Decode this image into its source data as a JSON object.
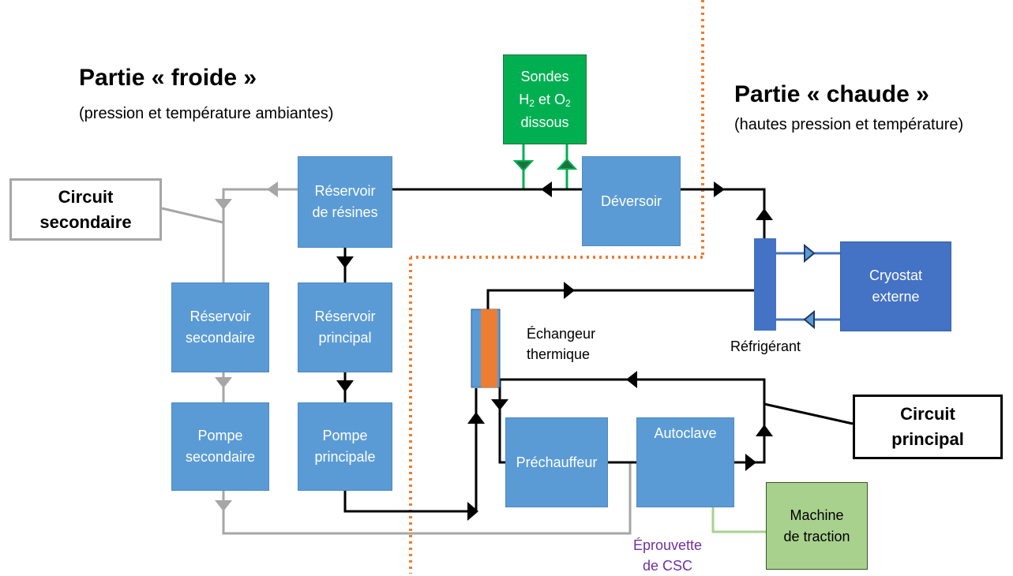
{
  "cold_part": {
    "title": "Partie « froide »",
    "subtitle": "(pression et température ambiantes)"
  },
  "hot_part": {
    "title": "Partie « chaude »",
    "subtitle": "(hautes pression et température)"
  },
  "boxes": {
    "probes": [
      "Sondes",
      "H",
      "2",
      " et O",
      "2",
      "dissous"
    ],
    "resin_tank": [
      "Réservoir",
      "de résines"
    ],
    "spillway": "Déversoir",
    "secondary_tank": [
      "Réservoir",
      "secondaire"
    ],
    "main_tank": [
      "Réservoir",
      "principal"
    ],
    "secondary_pump": [
      "Pompe",
      "secondaire"
    ],
    "main_pump": [
      "Pompe",
      "principale"
    ],
    "preheater": "Préchauffeur",
    "autoclave": "Autoclave",
    "cryostat": [
      "Cryostat",
      "externe"
    ],
    "tensile_machine": [
      "Machine",
      "de traction"
    ],
    "secondary_circuit": [
      "Circuit",
      "secondaire"
    ],
    "main_circuit": [
      "Circuit",
      "principal"
    ]
  },
  "labels": {
    "heat_exchanger": [
      "Échangeur",
      "thermique"
    ],
    "coolant": "Réfrigérant",
    "specimen": [
      "Éprouvette",
      "de CSC"
    ]
  },
  "colors": {
    "process_box": "#5b9bd5",
    "cryostat_box": "#4472c4",
    "probe_box": "#00b050",
    "tensile_box": "#a9d18e",
    "main_flow": "#000000",
    "secondary_flow": "#a6a6a6",
    "cooling_flow": "#4472c4",
    "probe_line": "#00b050",
    "specimen": "#7030a0",
    "boundary": "#ed7d31",
    "exchanger_core": "#ed7d31"
  }
}
